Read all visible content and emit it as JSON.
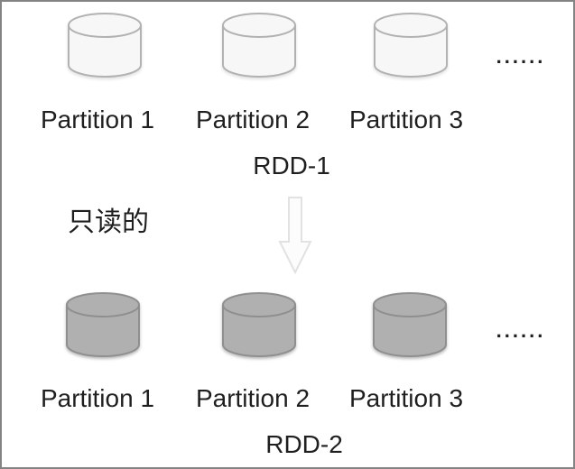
{
  "diagram": {
    "title_meaning": "RDD partition diagram",
    "rdd1": {
      "label": "RDD-1",
      "partitions": [
        "Partition 1",
        "Partition 2",
        "Partition 3"
      ],
      "ellipsis": "......",
      "cylinder_fill": "#f7f7f7",
      "cylinder_stroke": "#b2b2b2"
    },
    "rdd2": {
      "label": "RDD-2",
      "partitions": [
        "Partition 1",
        "Partition 2",
        "Partition 3"
      ],
      "ellipsis": "......",
      "cylinder_fill": "#b0b0b0",
      "cylinder_stroke": "#8f8f8f"
    },
    "annotation": {
      "text": "只读的"
    },
    "arrow": {
      "direction": "down",
      "fill": "#fcfcfc",
      "stroke": "#e2e2e2"
    },
    "colors": {
      "background": "#ffffff",
      "border": "#848484",
      "text": "#1f1f1f"
    }
  }
}
